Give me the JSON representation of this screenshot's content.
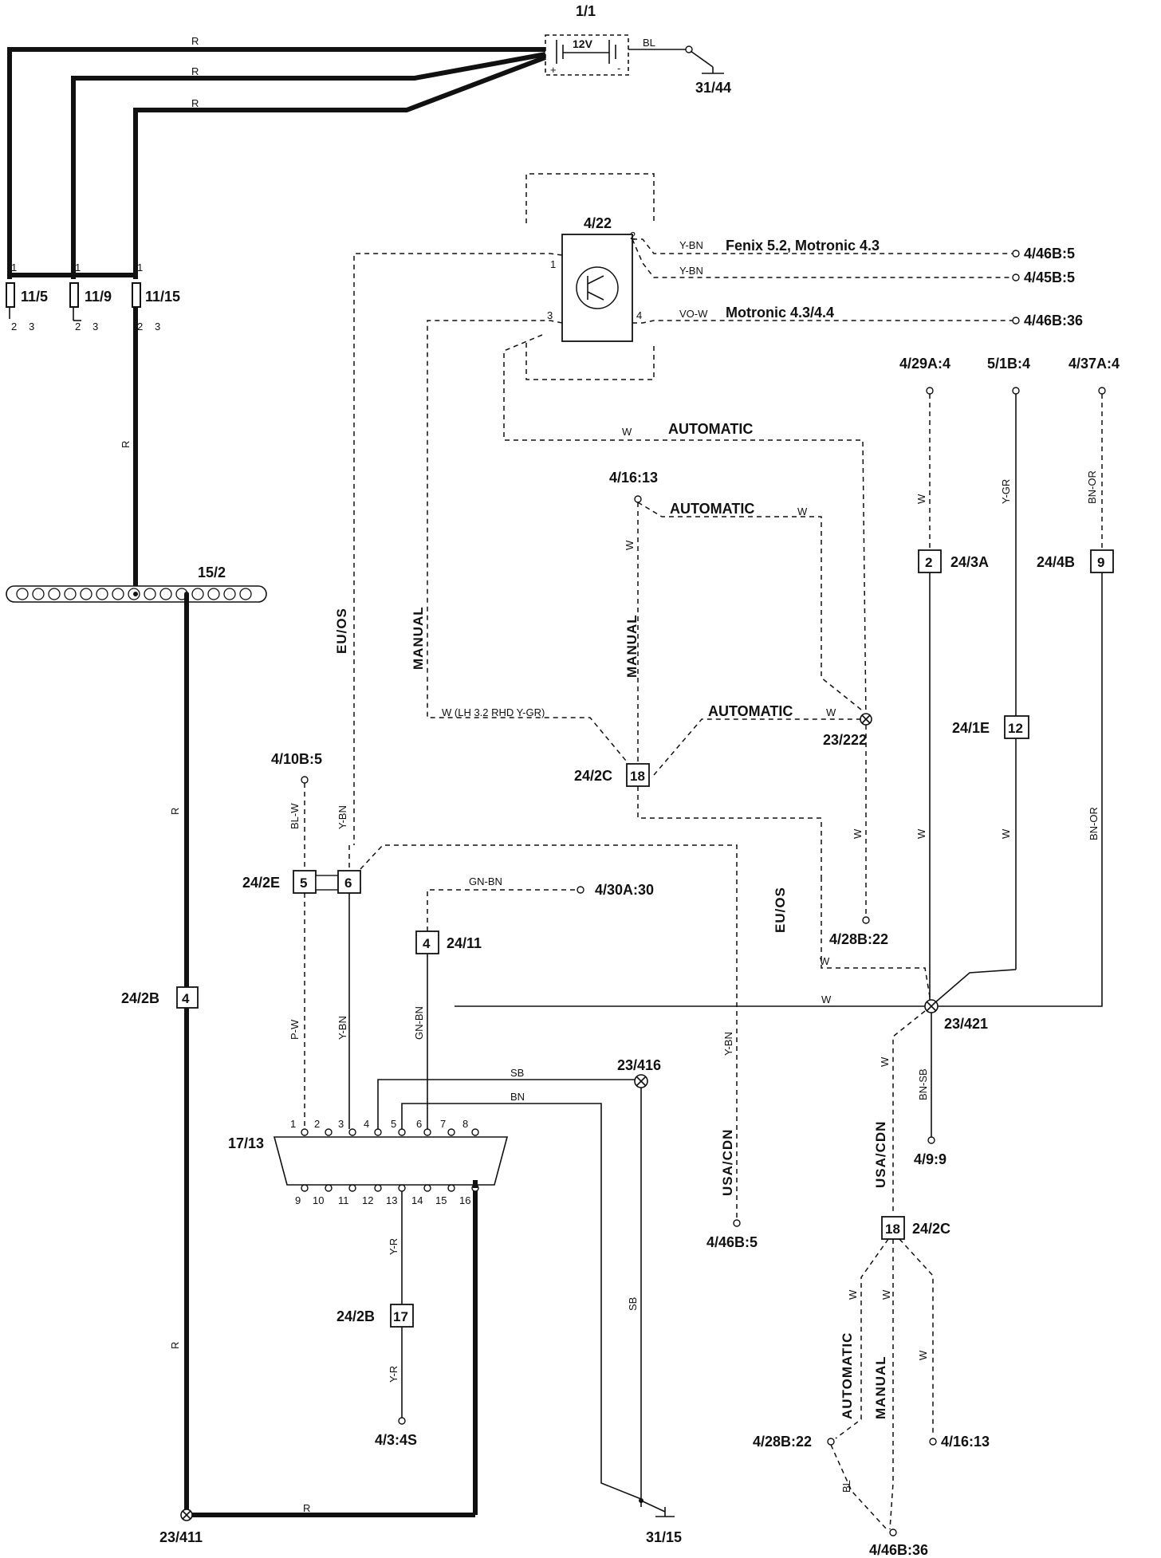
{
  "components": {
    "battery": {
      "label": "1/1",
      "voltage": "12V",
      "plus": "+",
      "minus": "-"
    },
    "ground_top": "31/44",
    "ground_bottom": "31/15",
    "fuses": [
      {
        "label": "11/5"
      },
      {
        "label": "11/9"
      },
      {
        "label": "11/15"
      }
    ],
    "fuse_pins": {
      "p1": "1",
      "p2": "2",
      "p3": "3"
    },
    "bus_bar": "15/2",
    "transistor_module": "4/22",
    "transistor_pins": {
      "p1": "1",
      "p2": "2",
      "p3": "3",
      "p4": "4"
    },
    "obd_connector": "17/13",
    "obd_pins_top": [
      "1",
      "2",
      "3",
      "4",
      "5",
      "6",
      "7",
      "8"
    ],
    "obd_pins_bottom": [
      "9",
      "10",
      "11",
      "12",
      "13",
      "14",
      "15",
      "16"
    ]
  },
  "connectors": {
    "c24_2e": {
      "label": "24/2E",
      "pins": [
        "5",
        "6"
      ]
    },
    "c24_2b_r": {
      "label": "24/2B",
      "pin": "4"
    },
    "c24_11": {
      "label": "24/11",
      "pin": "4"
    },
    "c24_2c_a": {
      "label": "24/2C",
      "pin": "18"
    },
    "c24_2c_b": {
      "label": "24/2C",
      "pin": "18"
    },
    "c24_3a": {
      "label": "24/3A",
      "pin": "2"
    },
    "c24_4b": {
      "label": "24/4B",
      "pin": "9"
    },
    "c24_1e": {
      "label": "24/1E",
      "pin": "12"
    },
    "c24_2b_yr": {
      "label": "24/2B",
      "pin": "17"
    }
  },
  "splices": {
    "s23_222": "23/222",
    "s23_421": "23/421",
    "s23_416": "23/416",
    "s23_411": "23/411"
  },
  "terminals": {
    "t4_46b_5_top": "4/46B:5",
    "t4_45b_5": "4/45B:5",
    "t4_46b_36_top": "4/46B:36",
    "t4_29a_4": "4/29A:4",
    "t5_1b_4": "5/1B:4",
    "t4_37a_4": "4/37A:4",
    "t4_16_13_top": "4/16:13",
    "t4_10b_5": "4/10B:5",
    "t4_30a_30": "4/30A:30",
    "t4_28b_22_mid": "4/28B:22",
    "t4_9_9": "4/9:9",
    "t4_46b_5_bottom": "4/46B:5",
    "t4_3_4s": "4/3:4S",
    "t4_28b_22_bottom": "4/28B:22",
    "t4_16_13_bottom": "4/16:13",
    "t4_46b_36_bottom": "4/46B:36"
  },
  "notes": {
    "fenix": "Fenix 5.2, Motronic 4.3",
    "motronic": "Motronic 4.3/4.4",
    "automatic": "AUTOMATIC",
    "manual": "MANUAL",
    "eu_os": "EU/OS",
    "usa_cdn": "USA/CDN",
    "lh_note": "W (LH 3.2 RHD Y-GR)"
  },
  "wire_colors": {
    "R": "R",
    "BL": "BL",
    "Y_BN": "Y-BN",
    "VO_W": "VO-W",
    "W": "W",
    "Y_GR": "Y-GR",
    "BN_OR": "BN-OR",
    "BL_W": "BL-W",
    "GN_BN": "GN-BN",
    "P_W": "P-W",
    "SB": "SB",
    "BN": "BN",
    "BN_SB": "BN-SB",
    "Y_R": "Y-R"
  }
}
